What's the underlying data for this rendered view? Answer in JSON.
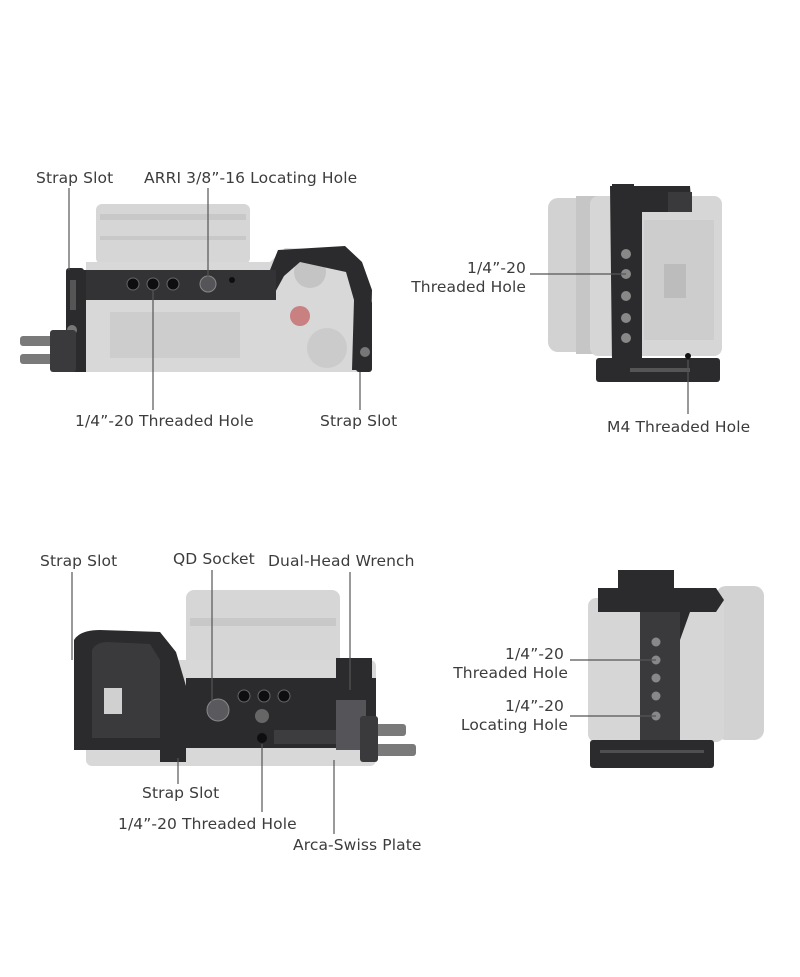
{
  "views": {
    "top": {
      "labels": {
        "strap_slot_left": "Strap Slot",
        "arri_hole": "ARRI 3/8”-16 Locating Hole",
        "threaded_hole": "1/4”-20 Threaded Hole",
        "strap_slot_right": "Strap Slot"
      }
    },
    "side_right": {
      "labels": {
        "threaded_hole_line1": "1/4”-20",
        "threaded_hole_line2": "Threaded Hole",
        "m4_hole": "M4 Threaded Hole"
      }
    },
    "bottom": {
      "labels": {
        "strap_slot_top": "Strap Slot",
        "qd_socket": "QD Socket",
        "wrench": "Dual-Head Wrench",
        "strap_slot_bottom": "Strap Slot",
        "threaded_hole": "1/4”-20 Threaded Hole",
        "arca_plate": "Arca-Swiss Plate"
      }
    },
    "side_left": {
      "labels": {
        "threaded_hole_line1": "1/4”-20",
        "threaded_hole_line2": "Threaded Hole",
        "locating_hole_line1": "1/4”-20",
        "locating_hole_line2": "Locating Hole"
      }
    }
  },
  "colors": {
    "cage": "#2b2b2e",
    "cage_light": "#4a4a4f",
    "camera_ghost": "#d4d4d4",
    "leader_line": "#555555",
    "label_text": "#3c3c3c"
  }
}
